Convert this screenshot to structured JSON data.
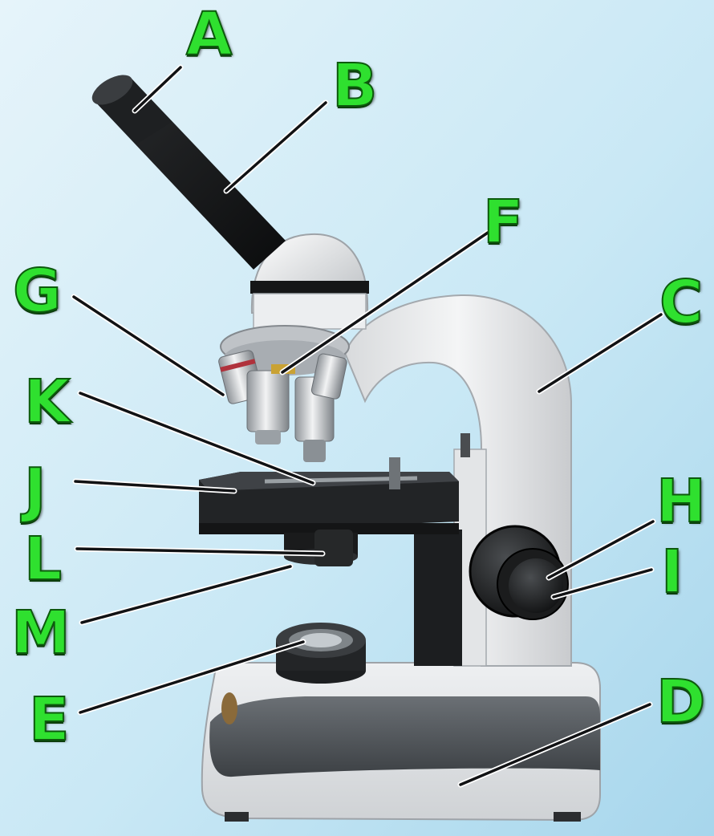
{
  "diagram": {
    "labels": [
      {
        "id": "a",
        "text": "A"
      },
      {
        "id": "b",
        "text": "B"
      },
      {
        "id": "c",
        "text": "C"
      },
      {
        "id": "d",
        "text": "D"
      },
      {
        "id": "e",
        "text": "E"
      },
      {
        "id": "f",
        "text": "F"
      },
      {
        "id": "g",
        "text": "G"
      },
      {
        "id": "h",
        "text": "H"
      },
      {
        "id": "i",
        "text": "I"
      },
      {
        "id": "j",
        "text": "J"
      },
      {
        "id": "k",
        "text": "K"
      },
      {
        "id": "l",
        "text": "L"
      },
      {
        "id": "m",
        "text": "M"
      }
    ]
  },
  "colors": {
    "label_fill": "#2fe02f",
    "label_outline": "#0d5a0d",
    "background_top": "#d6edf7",
    "background_bottom": "#a9d8ee"
  }
}
